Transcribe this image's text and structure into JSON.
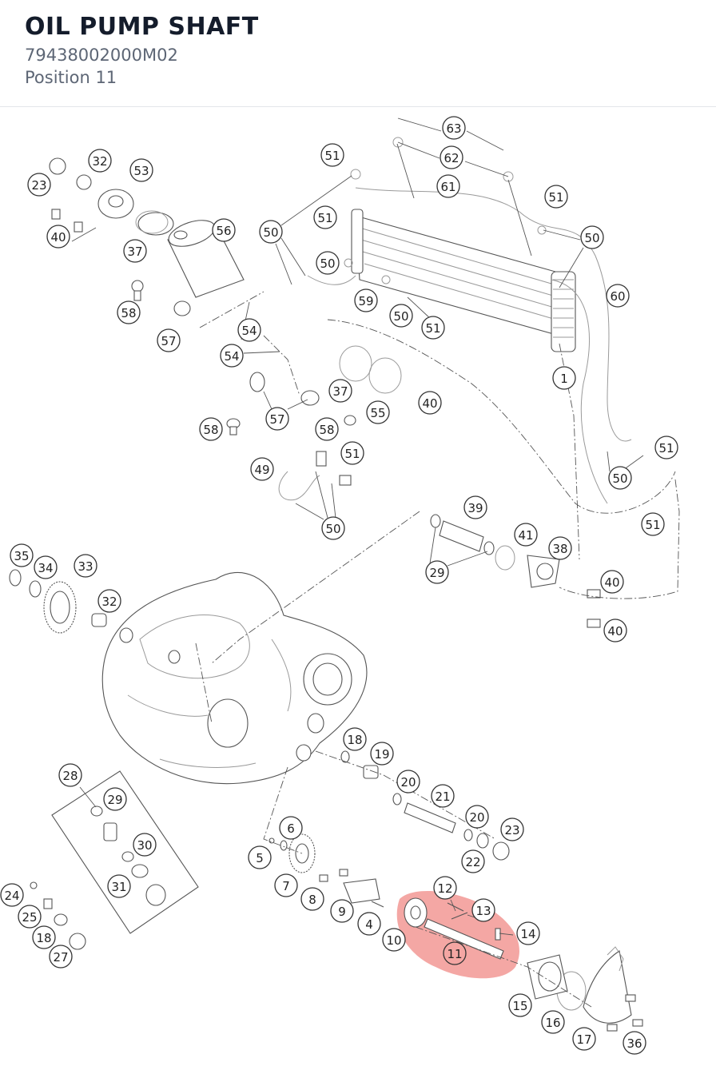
{
  "header": {
    "title": "OIL PUMP SHAFT",
    "part_number": "79438002000M02",
    "position": "Position 11"
  },
  "diagram": {
    "highlight_color": "#f08a85",
    "selected_position": "11",
    "callouts": [
      {
        "id": "63"
      },
      {
        "id": "51"
      },
      {
        "id": "62"
      },
      {
        "id": "32"
      },
      {
        "id": "53"
      },
      {
        "id": "23"
      },
      {
        "id": "61"
      },
      {
        "id": "51"
      },
      {
        "id": "40"
      },
      {
        "id": "56"
      },
      {
        "id": "50"
      },
      {
        "id": "51"
      },
      {
        "id": "50"
      },
      {
        "id": "37"
      },
      {
        "id": "50"
      },
      {
        "id": "59"
      },
      {
        "id": "60"
      },
      {
        "id": "58"
      },
      {
        "id": "50"
      },
      {
        "id": "51"
      },
      {
        "id": "57"
      },
      {
        "id": "54"
      },
      {
        "id": "54"
      },
      {
        "id": "1"
      },
      {
        "id": "37"
      },
      {
        "id": "40"
      },
      {
        "id": "58"
      },
      {
        "id": "57"
      },
      {
        "id": "58"
      },
      {
        "id": "55"
      },
      {
        "id": "51"
      },
      {
        "id": "51"
      },
      {
        "id": "49"
      },
      {
        "id": "50"
      },
      {
        "id": "39"
      },
      {
        "id": "51"
      },
      {
        "id": "50"
      },
      {
        "id": "41"
      },
      {
        "id": "35"
      },
      {
        "id": "38"
      },
      {
        "id": "34"
      },
      {
        "id": "33"
      },
      {
        "id": "29"
      },
      {
        "id": "40"
      },
      {
        "id": "32"
      },
      {
        "id": "40"
      },
      {
        "id": "18"
      },
      {
        "id": "19"
      },
      {
        "id": "28"
      },
      {
        "id": "20"
      },
      {
        "id": "21"
      },
      {
        "id": "29"
      },
      {
        "id": "30"
      },
      {
        "id": "6"
      },
      {
        "id": "20"
      },
      {
        "id": "23"
      },
      {
        "id": "5"
      },
      {
        "id": "22"
      },
      {
        "id": "31"
      },
      {
        "id": "7"
      },
      {
        "id": "12"
      },
      {
        "id": "24"
      },
      {
        "id": "8"
      },
      {
        "id": "13"
      },
      {
        "id": "9"
      },
      {
        "id": "25"
      },
      {
        "id": "4"
      },
      {
        "id": "14"
      },
      {
        "id": "18"
      },
      {
        "id": "10"
      },
      {
        "id": "11"
      },
      {
        "id": "27"
      },
      {
        "id": "15"
      },
      {
        "id": "16"
      },
      {
        "id": "17"
      },
      {
        "id": "36"
      }
    ]
  }
}
